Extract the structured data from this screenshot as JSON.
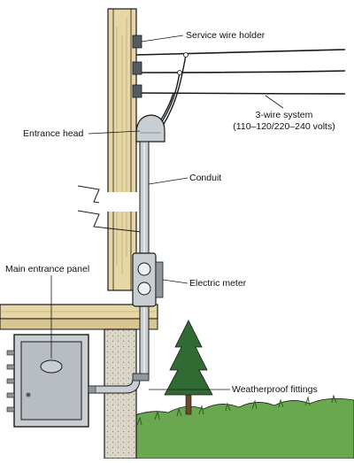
{
  "labels": {
    "service_wire_holder": "Service wire holder",
    "three_wire_system": "3-wire system",
    "voltage": "(110–120/220–240 volts)",
    "entrance_head": "Entrance head",
    "conduit": "Conduit",
    "main_entrance_panel": "Main entrance panel",
    "electric_meter": "Electric meter",
    "weatherproof_fittings": "Weatherproof fittings"
  },
  "colors": {
    "wall_wood": "#e7d6a6",
    "outline": "#1a1a1a",
    "metal": "#c9ced3",
    "metal_dark": "#8e969e",
    "foundation": "#dcd6c8",
    "grass": "#6aa84f",
    "tree": "#2f6b33"
  }
}
